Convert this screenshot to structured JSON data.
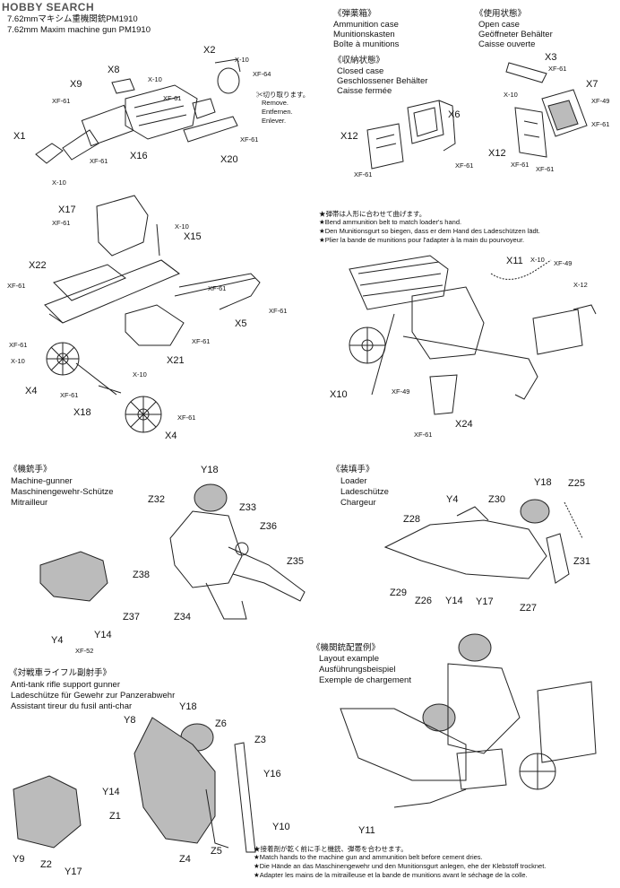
{
  "watermark": "HOBBY SEARCH",
  "section1": {
    "title_jp": "7.62mmマキシム重機関銃PM1910",
    "title_en": "7.62mm Maxim machine gun PM1910",
    "remove": [
      "✂切り取ります。",
      "Remove.",
      "Entfernen.",
      "Enlever."
    ]
  },
  "ammo_case": {
    "jp": "《弾薬箱》",
    "lines": [
      "Ammunition case",
      "Munitionskasten",
      "Boîte à munitions"
    ],
    "closed_jp": "《収納状態》",
    "closed": [
      "Closed case",
      "Geschlossener Behälter",
      "Caisse fermée"
    ],
    "open_jp": "《使用状態》",
    "open": [
      "Open case",
      "Geöffneter Behälter",
      "Caisse ouverte"
    ]
  },
  "belt_note": {
    "lines": [
      "★弾帯は人形に合わせて曲げます。",
      "★Bend ammunition belt to match loader's hand.",
      "★Den Munitionsgurt so biegen, dass er dem Hand des Ladeschützen lädt.",
      "★Plier la bande de munitions pour l'adapter à la main du pourvoyeur."
    ]
  },
  "gunner": {
    "jp": "《機銃手》",
    "lines": [
      "Machine-gunner",
      "Maschinengewehr-Schütze",
      "Mitrailleur"
    ]
  },
  "loader": {
    "jp": "《装填手》",
    "lines": [
      "Loader",
      "Ladeschütze",
      "Chargeur"
    ]
  },
  "assistant": {
    "jp": "《対戦車ライフル副射手》",
    "lines": [
      "Anti-tank rifle support gunner",
      "Ladeschütze für Gewehr zur Panzerabwehr",
      "Assistant tireur du fusil anti-char"
    ]
  },
  "layout": {
    "jp": "《機関銃配置例》",
    "lines": [
      "Layout example",
      "Ausführungsbeispiel",
      "Exemple de chargement"
    ]
  },
  "cement_note": {
    "lines": [
      "★接着剤が乾く前に手と機銃、弾帯を合わせます。",
      "★Match hands to the machine gun and ammunition belt before cement dries.",
      "★Die Hände an das Maschinengewehr und den Munitionsgurt anlegen, ehe der Klebstoff trocknet.",
      "★Adapter les mains de la mitrailleuse et la bande de munitions avant le séchage de la colle."
    ]
  },
  "parts": {
    "x1": "X1",
    "x2": "X2",
    "x3": "X3",
    "x4a": "X4",
    "x4b": "X4",
    "x5": "X5",
    "x6": "X6",
    "x7": "X7",
    "x8": "X8",
    "x9": "X9",
    "x10": "X10",
    "x11": "X11",
    "x12a": "X12",
    "x12b": "X12",
    "x15": "X15",
    "x16": "X16",
    "x17": "X17",
    "x18": "X18",
    "x20": "X20",
    "x21": "X21",
    "x22": "X22",
    "x24": "X24",
    "y18a": "Y18",
    "y18b": "Y18",
    "y18c": "Y18",
    "y4a": "Y4",
    "y4b": "Y4",
    "y14a": "Y14",
    "y14b": "Y14",
    "y14c": "Y14",
    "y17a": "Y17",
    "y17b": "Y17",
    "y8": "Y8",
    "y9": "Y9",
    "y10": "Y10",
    "y11": "Y11",
    "y16": "Y16",
    "z1": "Z1",
    "z2": "Z2",
    "z3": "Z3",
    "z4": "Z4",
    "z5": "Z5",
    "z6": "Z6",
    "z25": "Z25",
    "z26": "Z26",
    "z27": "Z27",
    "z28": "Z28",
    "z29": "Z29",
    "z30": "Z30",
    "z31": "Z31",
    "z32": "Z32",
    "z33": "Z33",
    "z34": "Z34",
    "z35": "Z35",
    "z36": "Z36",
    "z37": "Z37",
    "z38": "Z38"
  },
  "paints": {
    "x10": "X-10",
    "x12": "X-12",
    "xf61": "XF-61",
    "xf64": "XF-64",
    "xf49": "XF-49",
    "xf52": "XF-52"
  }
}
